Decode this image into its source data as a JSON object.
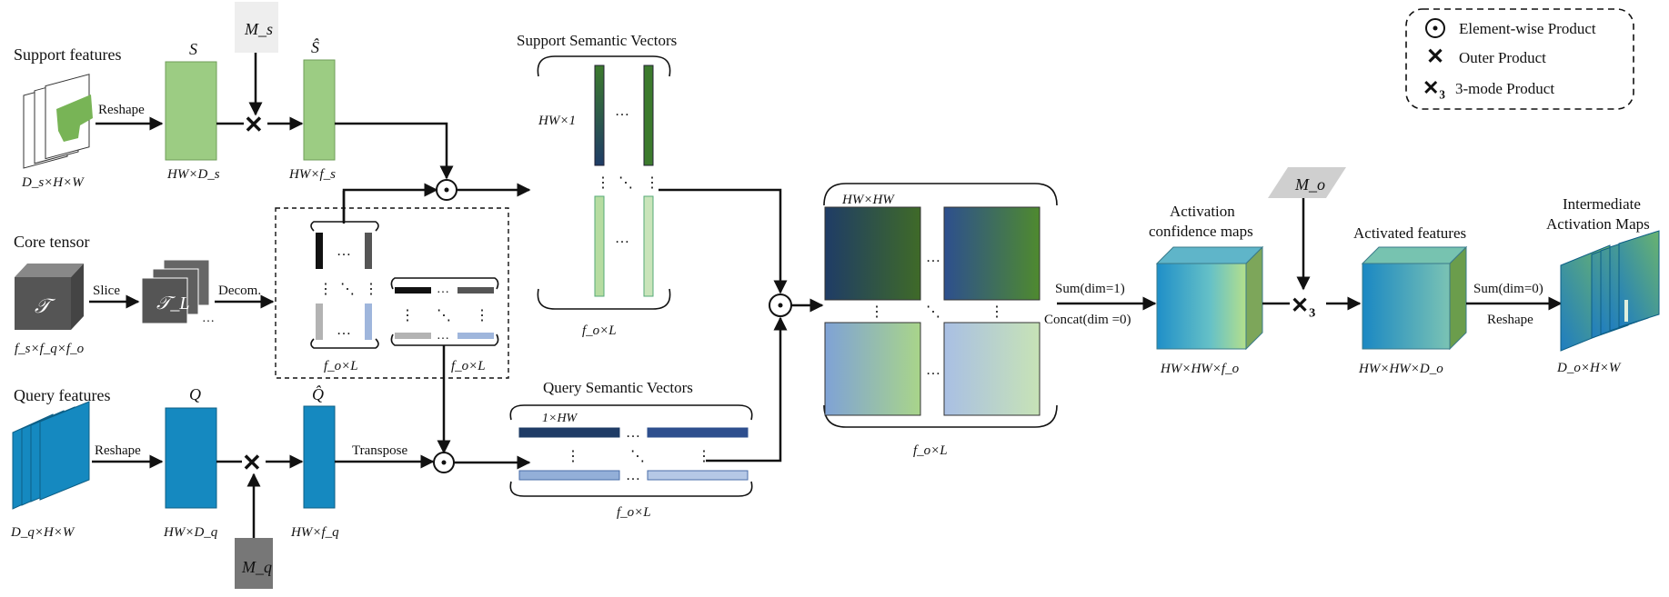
{
  "legend": {
    "items": [
      {
        "symbol": "⊙",
        "label": "Element-wise Product"
      },
      {
        "symbol": "✕",
        "label": "Outer Product"
      },
      {
        "symbol": "✕₃",
        "label": "3-mode Product"
      }
    ]
  },
  "support": {
    "title": "Support features",
    "input_dims": "D_s×H×W",
    "reshape": "Reshape",
    "S_label": "S",
    "S_dims": "HW×D_s",
    "Ms_label": "M_s",
    "Shat_label": "Ŝ",
    "Shat_dims": "HW×f_s"
  },
  "core": {
    "title": "Core tensor",
    "tau_label": "𝒯",
    "tau_dims": "f_s×f_q×f_o",
    "slice": "Slice",
    "tauL_label": "𝒯_L",
    "decom": "Decom.",
    "block_dims_left": "f_o×L",
    "block_dims_right": "f_o×L",
    "dots": "…"
  },
  "query": {
    "title": "Query features",
    "input_dims": "D_q×H×W",
    "reshape": "Reshape",
    "Q_label": "Q",
    "Q_dims": "HW×D_q",
    "Mq_label": "M_q",
    "Qhat_label": "Q̂",
    "Qhat_dims": "HW×f_q",
    "transpose": "Transpose"
  },
  "support_vectors": {
    "title": "Support Semantic Vectors",
    "hw1": "HW×1",
    "dims": "f_o×L"
  },
  "query_vectors": {
    "title": "Query Semantic Vectors",
    "one_hw": "1×HW",
    "dims": "f_o×L"
  },
  "matrix": {
    "hwhw": "HW×HW",
    "dims": "f_o×L"
  },
  "ops": {
    "sum1": "Sum(dim=1)",
    "concat0": "Concat(dim =0)",
    "sum0": "Sum(dim=0)",
    "reshape": "Reshape"
  },
  "activation_conf": {
    "title1": "Activation",
    "title2": "confidence maps",
    "dims": "HW×HW×f_o"
  },
  "Mo": {
    "label": "M_o"
  },
  "activated": {
    "title": "Activated features",
    "dims": "HW×HW×D_o"
  },
  "intermediate": {
    "title1": "Intermediate",
    "title2": "Activation Maps",
    "dims": "D_o×H×W"
  },
  "colors": {
    "green_light": "#9ccc83",
    "blue": "#1589c0",
    "dark_gray": "#555555",
    "navy": "#2e4f7e",
    "light_blue": "#93afd8"
  }
}
